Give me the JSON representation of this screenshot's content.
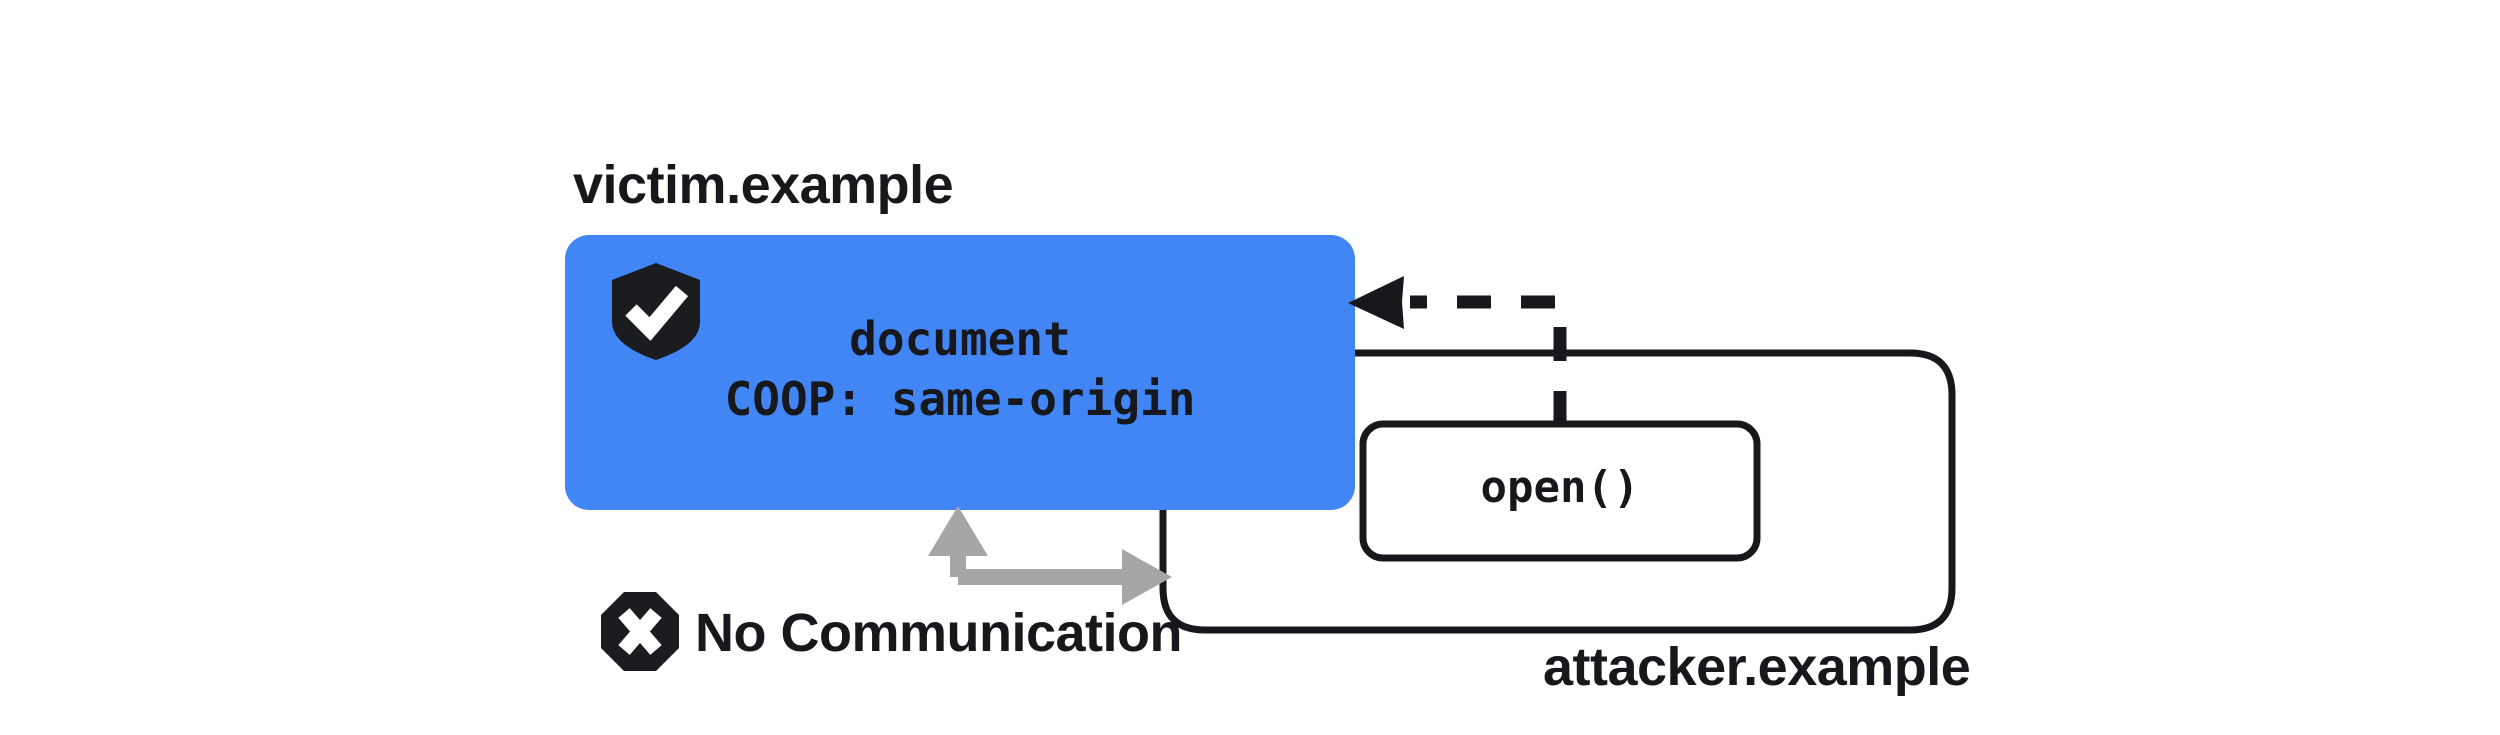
{
  "diagram": {
    "title": "COOP same-origin isolation",
    "background": "#ffffff",
    "colors": {
      "victim_frame_fill": "#4285f4",
      "stroke": "#16181c",
      "muted_arrow": "#a6a6a6",
      "text": "#16181c",
      "icon_glyph": "#ffffff"
    },
    "victim": {
      "origin_label": "victim.example",
      "document_label": "document",
      "coop_header": "COOP: same-origin",
      "shield_icon": "shield-check-icon"
    },
    "attacker": {
      "origin_label": "attacker.example",
      "popup_call": "open()"
    },
    "relations": {
      "no_communication_label": "No Communication",
      "blocked_icon": "octagon-x-icon",
      "open_arrow": "dashed-arrow-left",
      "blocked_arrow": "bidirectional-blocked-arrow"
    }
  }
}
